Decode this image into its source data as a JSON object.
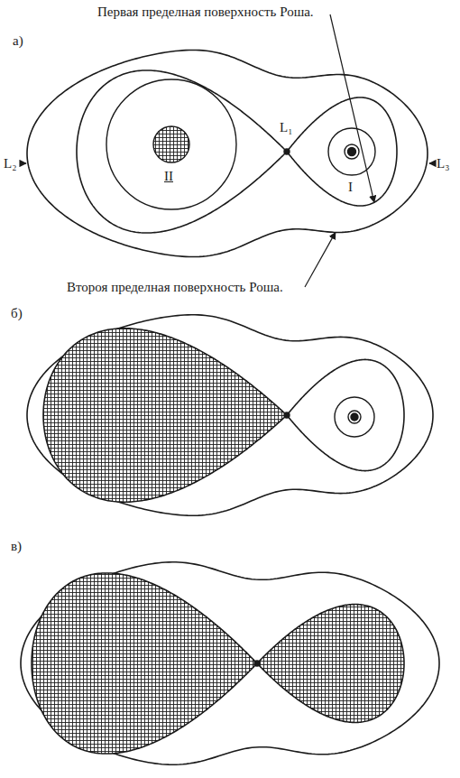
{
  "diagram": {
    "labels": [
      "Первая пределная поверхность Роша.",
      "а)",
      "L₂",
      "L₁",
      "L₃",
      "II",
      "I",
      "Второя пределная поверхность Роша.",
      "б)",
      "в)"
    ]
  }
}
